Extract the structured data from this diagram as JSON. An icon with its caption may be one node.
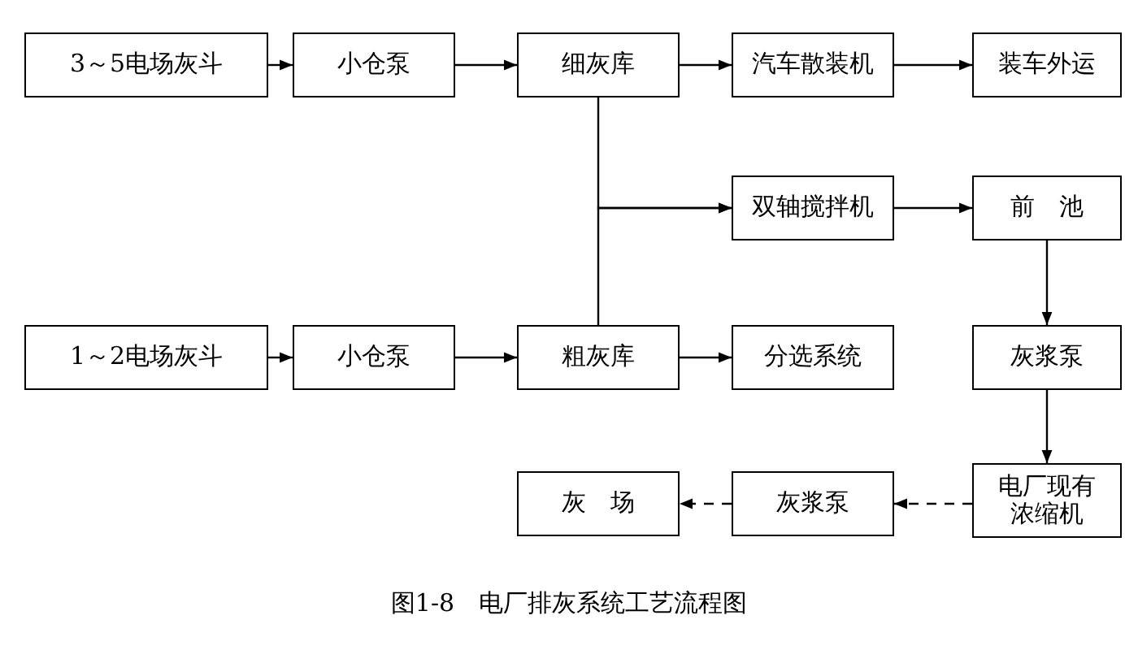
{
  "diagram": {
    "caption": "图1-8　电厂排灰系统工艺流程图",
    "nodes": [
      {
        "text": [
          "3～5电场灰斗"
        ]
      },
      {
        "text": [
          "小仓泵"
        ]
      },
      {
        "text": [
          "细灰库"
        ]
      },
      {
        "text": [
          "汽车散装机"
        ]
      },
      {
        "text": [
          "装车外运"
        ]
      },
      {
        "text": [
          "双轴搅拌机"
        ]
      },
      {
        "text": [
          "前　池"
        ]
      },
      {
        "text": [
          "1～2电场灰斗"
        ]
      },
      {
        "text": [
          "小仓泵"
        ]
      },
      {
        "text": [
          "粗灰库"
        ]
      },
      {
        "text": [
          "分选系统"
        ]
      },
      {
        "text": [
          "灰浆泵"
        ]
      },
      {
        "text": [
          "电厂现有浓缩机"
        ]
      },
      {
        "text": [
          "灰浆泵"
        ]
      },
      {
        "text": [
          "灰　场"
        ]
      }
    ],
    "edges": [
      {
        "from": 0,
        "to": 1,
        "arrow": "to"
      },
      {
        "from": 1,
        "to": 2,
        "arrow": "to"
      },
      {
        "from": 2,
        "to": 3,
        "arrow": "to"
      },
      {
        "from": 3,
        "to": 4,
        "arrow": "to"
      },
      {
        "from": 2,
        "to": 5,
        "arrow": "to"
      },
      {
        "from": 9,
        "to": 5,
        "arrow": "to"
      },
      {
        "from": 5,
        "to": 6,
        "arrow": "to"
      },
      {
        "from": 6,
        "to": 11,
        "arrow": "to"
      },
      {
        "from": 11,
        "to": 12,
        "arrow": "to"
      },
      {
        "from": 12,
        "to": 13,
        "arrow": "to",
        "style": "dashed"
      },
      {
        "from": 13,
        "to": 14,
        "arrow": "to",
        "style": "dashed"
      },
      {
        "from": 7,
        "to": 8,
        "arrow": "to"
      },
      {
        "from": 8,
        "to": 9,
        "arrow": "to"
      },
      {
        "from": 9,
        "to": 10,
        "arrow": "to"
      }
    ]
  }
}
